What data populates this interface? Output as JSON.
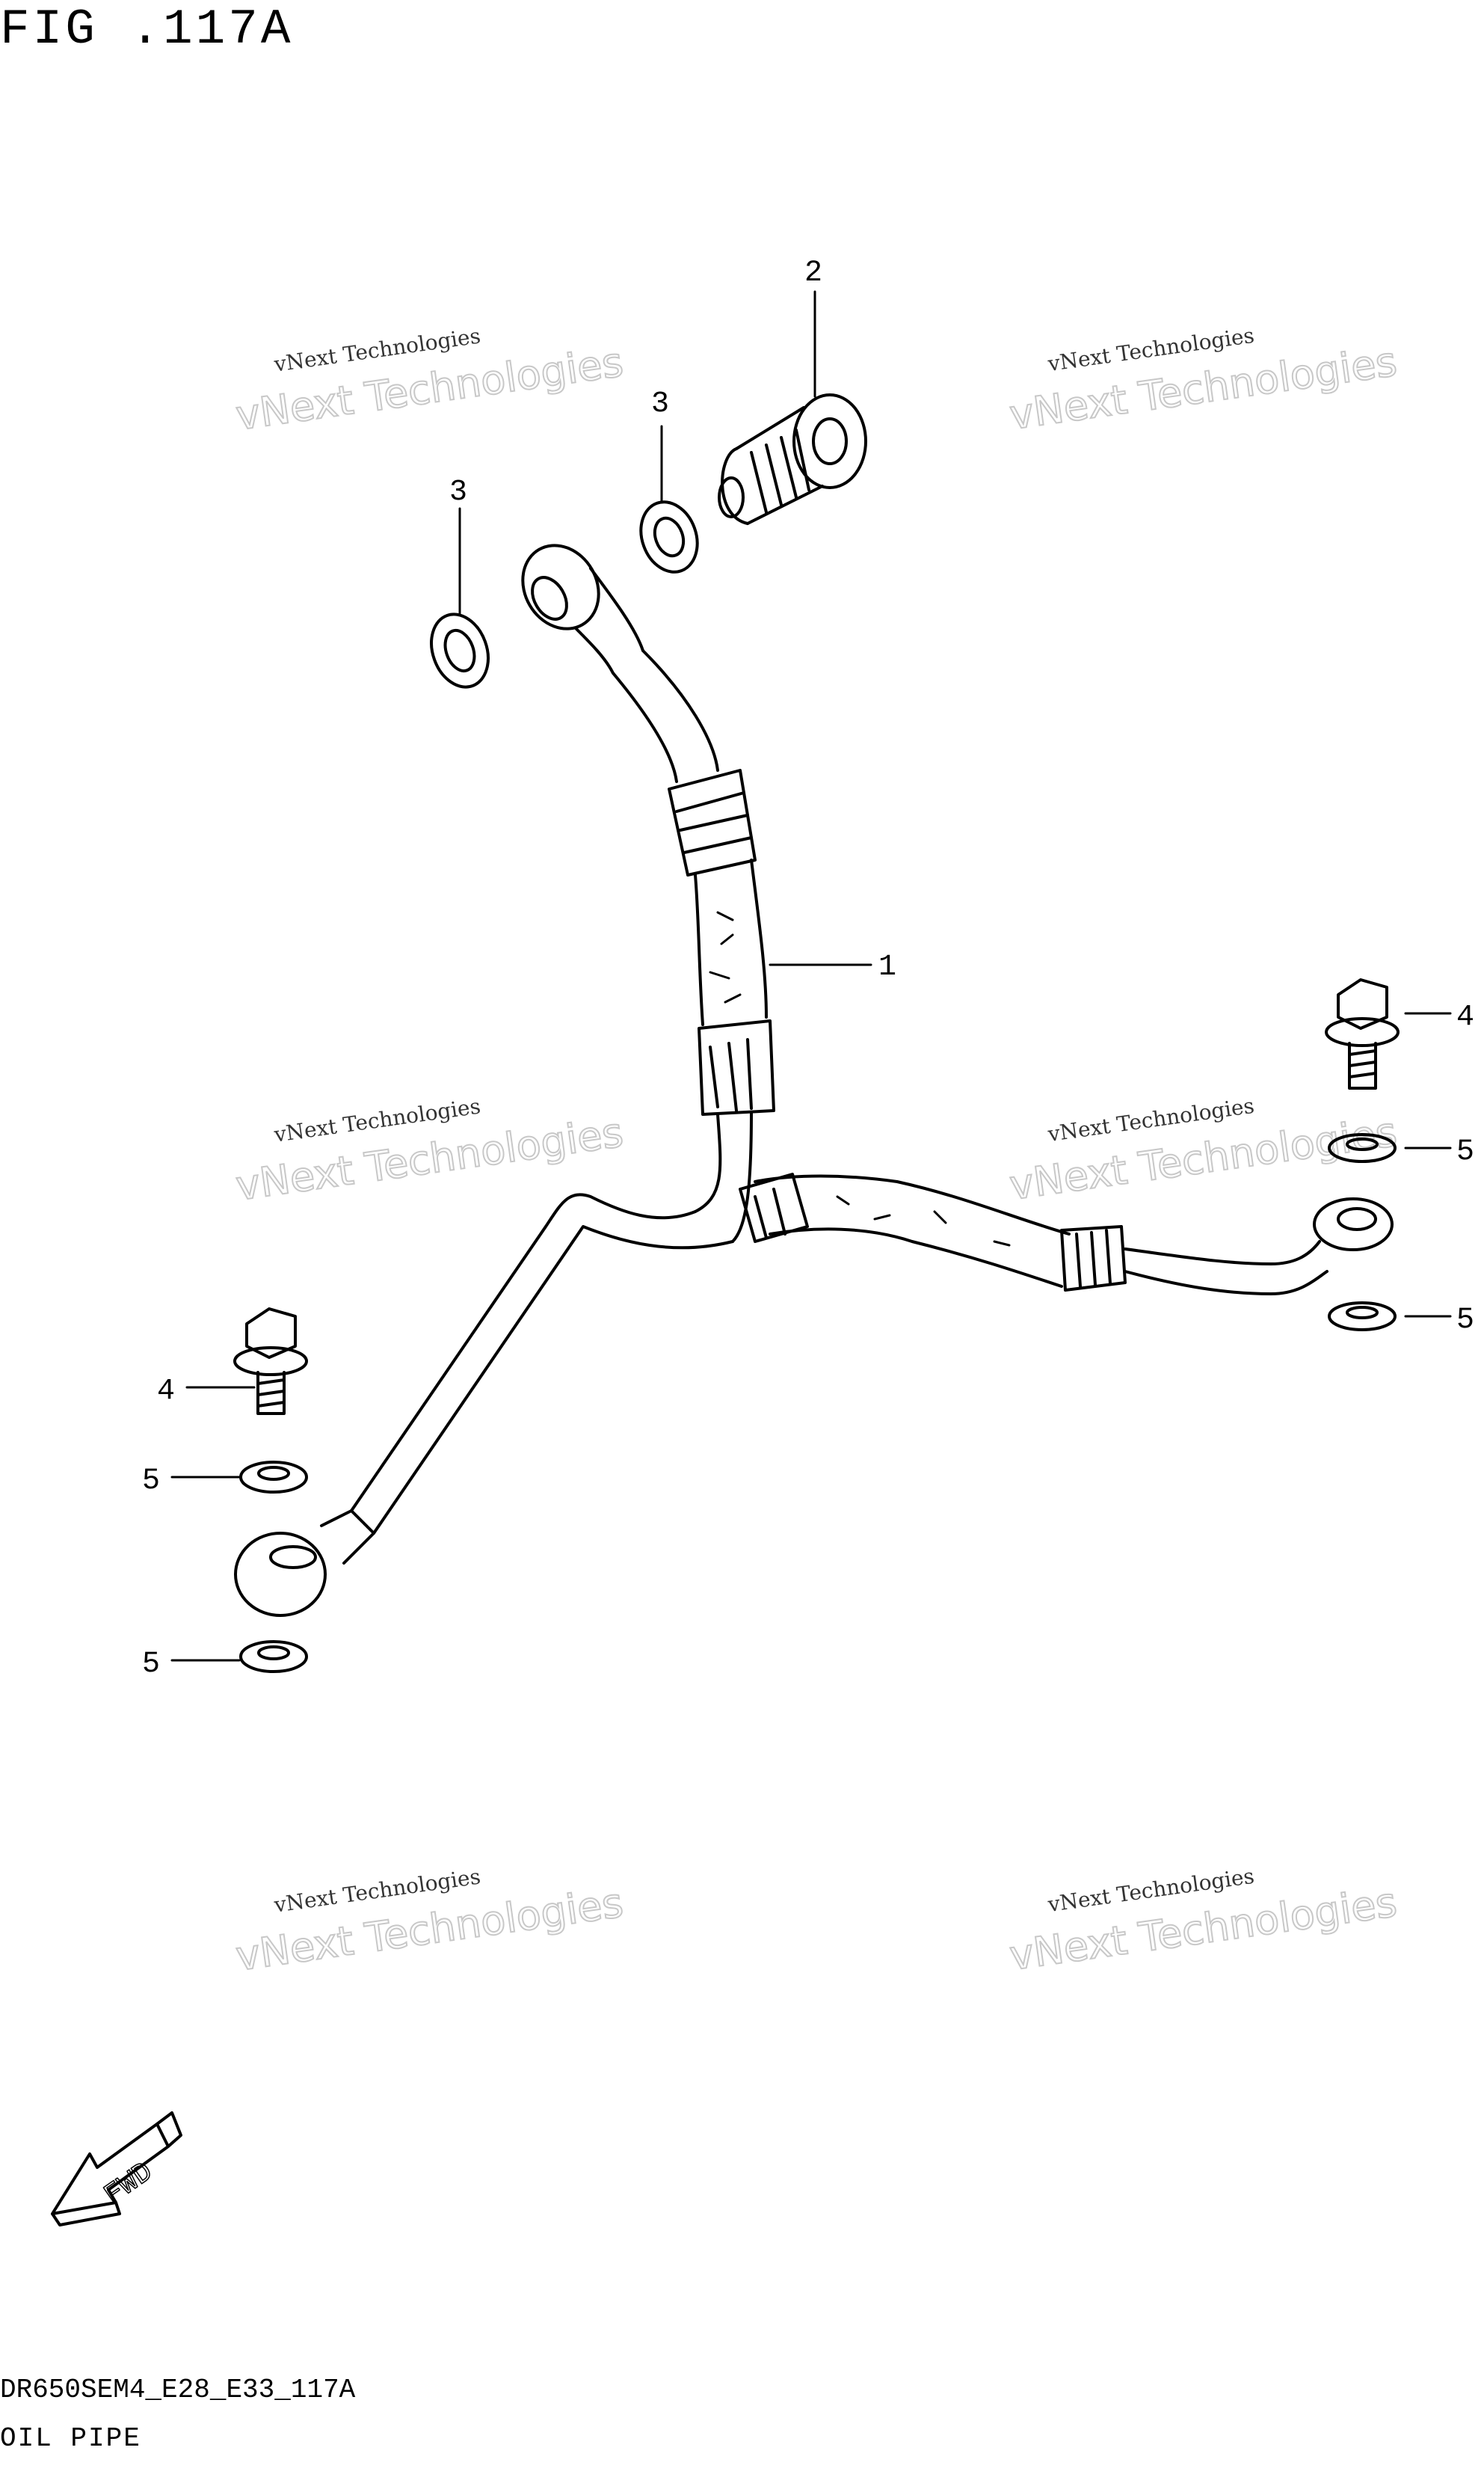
{
  "header": {
    "figure": "FIG .117A"
  },
  "footer": {
    "model_code": "DR650SEM4_E28_E33_117A",
    "title": "OIL PIPE"
  },
  "watermark": {
    "line_small": "vNext Technologies",
    "line_big": "vNext Technologies"
  },
  "fwd_label": "FWD",
  "callouts": {
    "c1": "1",
    "c2": "2",
    "c3a": "3",
    "c3b": "3",
    "c4a": "4",
    "c4b": "4",
    "c5a": "5",
    "c5b": "5",
    "c5c": "5",
    "c5d": "5"
  }
}
